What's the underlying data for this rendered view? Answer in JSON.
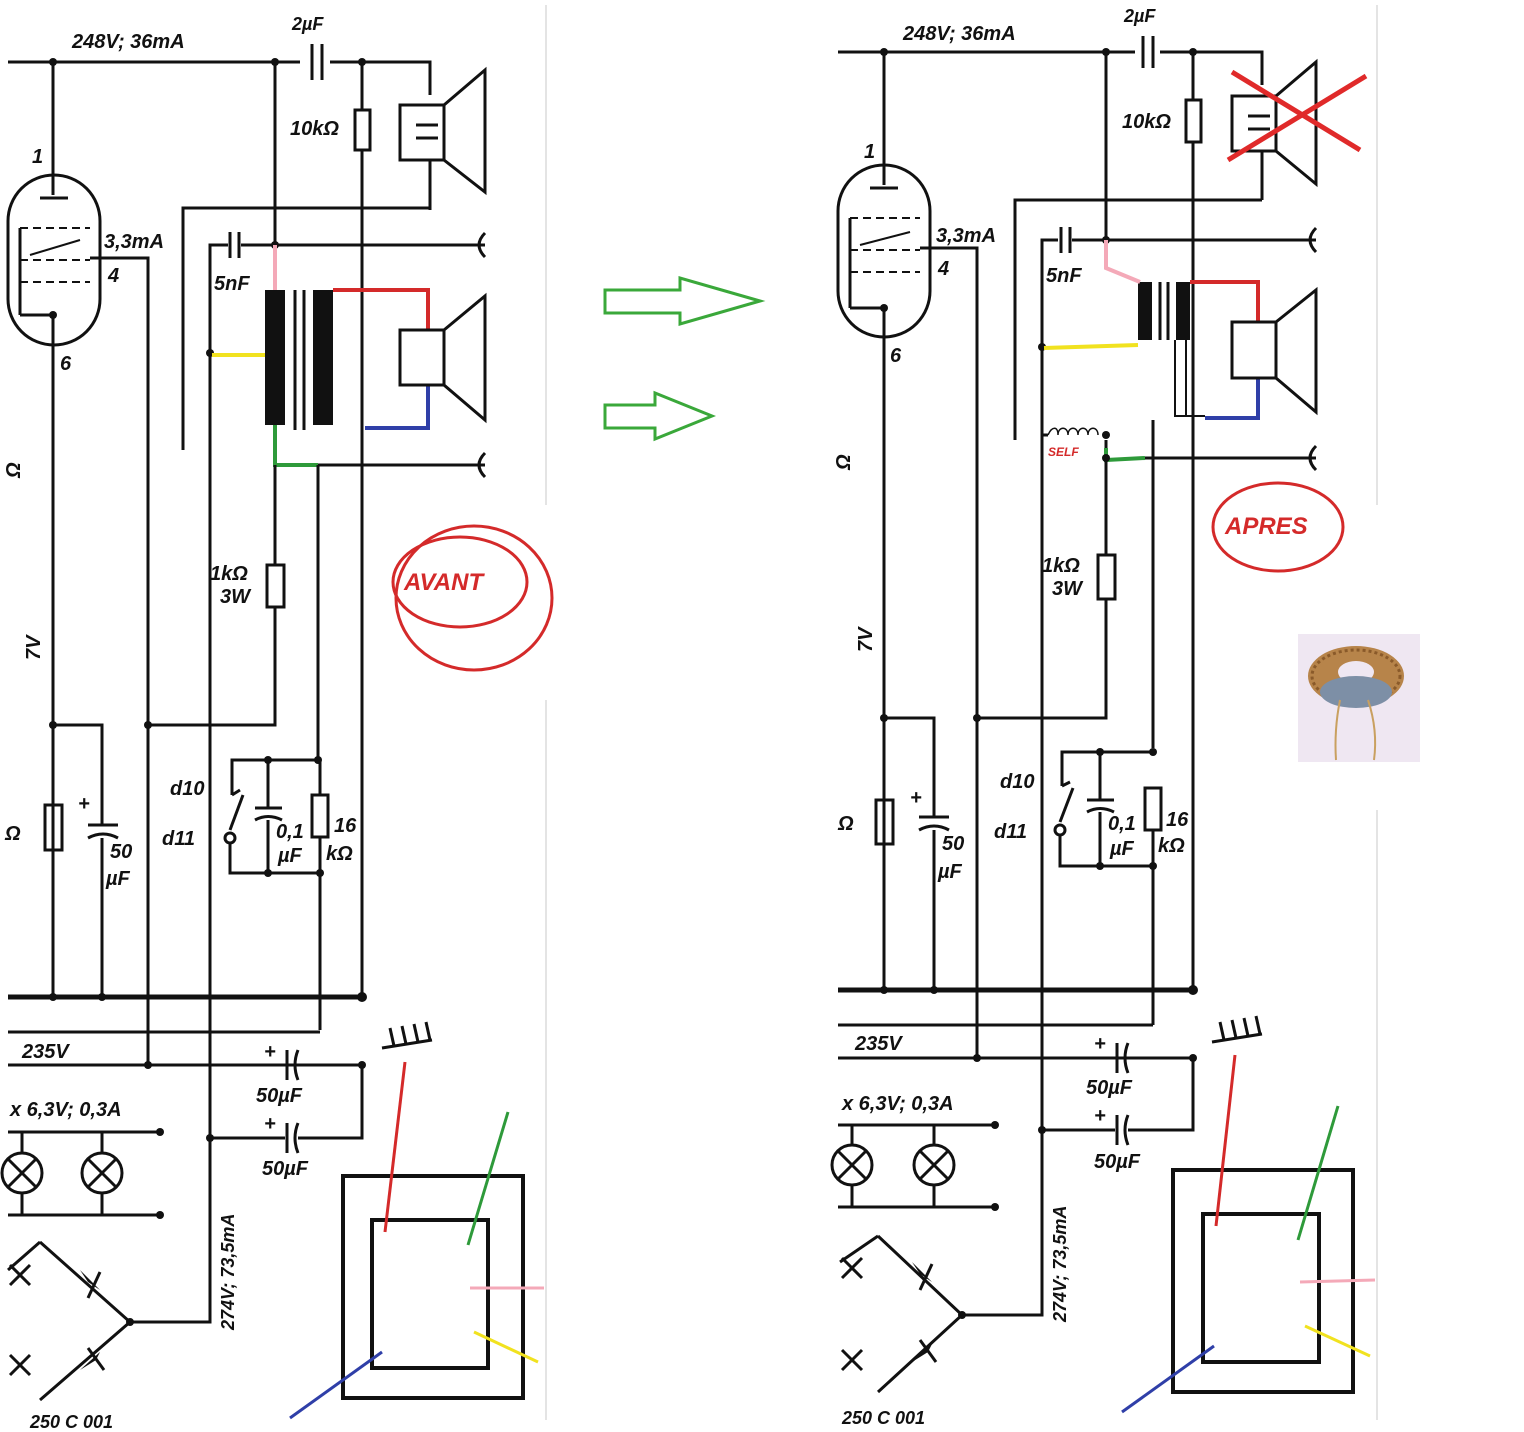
{
  "labels": {
    "supply_top": "248V; 36mA",
    "cap_top": "2µF",
    "r_10k": "10kΩ",
    "tube_pin1": "1",
    "tube_current": "3,3mA",
    "tube_pin4": "4",
    "tube_pin6": "6",
    "cap_5nf": "5nF",
    "res_1k": "1kΩ",
    "res_1k_w": "3W",
    "volt_7": "7V",
    "res_omega": "Ω",
    "cap_50": "50",
    "cap_50_unit": "µF",
    "plus": "+",
    "d10": "d10",
    "d11": "d11",
    "cap_01": "0,1",
    "cap_01_unit": "µF",
    "res_16": "16",
    "res_16_unit": "kΩ",
    "supply_235": "235V",
    "heater": "x 6,3V; 0,3A",
    "cap_50uf_a": "50µF",
    "cap_50uf_b": "50µF",
    "supply_274": "274V; 73,5mA",
    "ref": "250 C 001",
    "edge_omega": "Ω",
    "self": "SELF"
  },
  "badges": {
    "avant": "AVANT",
    "apres": "APRES"
  },
  "wire_colors": {
    "pink": "#f4a9b8",
    "red": "#d42a2a",
    "blue": "#2f3fa8",
    "yellow": "#f1e21f",
    "green": "#2e9a3a",
    "arrow": "#3aa83a"
  },
  "icons": [
    "speaker-icon",
    "tube-icon",
    "transformer-icon",
    "lamp-icon",
    "diode-icon",
    "ground-icon",
    "arrow-icon",
    "cross-icon",
    "toroid-photo"
  ]
}
